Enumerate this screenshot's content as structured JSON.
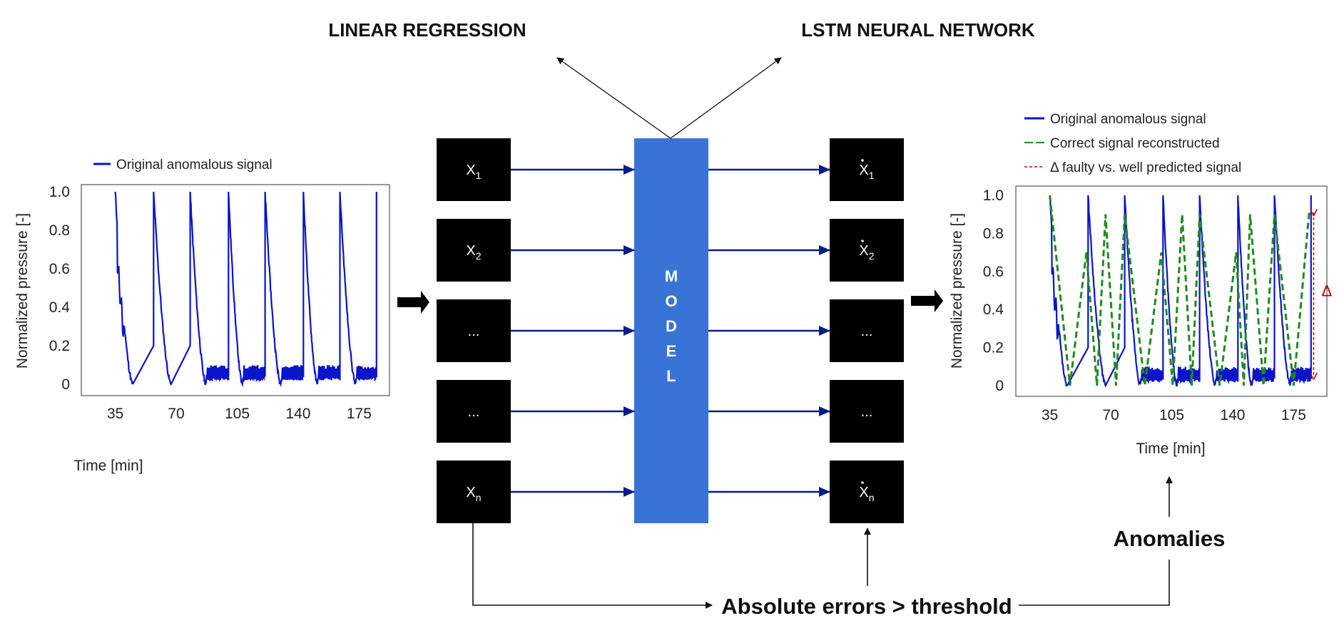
{
  "titles": {
    "left": "LINEAR REGRESSION",
    "right": "LSTM NEURAL NETWORK"
  },
  "inputs": [
    {
      "base": "X",
      "sub": "1"
    },
    {
      "base": "X",
      "sub": "2"
    },
    {
      "base": "...",
      "sub": ""
    },
    {
      "base": "...",
      "sub": ""
    },
    {
      "base": "X",
      "sub": "n"
    }
  ],
  "outputs": [
    {
      "base": "X",
      "sub": "1"
    },
    {
      "base": "X",
      "sub": "2"
    },
    {
      "base": "...",
      "sub": ""
    },
    {
      "base": "...",
      "sub": ""
    },
    {
      "base": "X",
      "sub": "n"
    }
  ],
  "model_letters": [
    "M",
    "O",
    "D",
    "E",
    "L"
  ],
  "threshold_label": "Absolute errors > threshold",
  "anomalies_label": "Anomalies",
  "colors": {
    "original": "#0a14c8",
    "reconstructed": "#1f8a1f",
    "delta": "#c0000c",
    "model": "#3a73d6",
    "box": "#000000",
    "arrow": "#0a1a8c"
  },
  "chart_data": [
    {
      "type": "line",
      "xlabel": "Time [min]",
      "ylabel": "Normalized pressure [-]",
      "xticks": [
        35,
        70,
        105,
        140,
        175
      ],
      "yticks": [
        "1.0",
        "0.8",
        "0.6",
        "0.4",
        "0.2",
        "0"
      ],
      "xlim": [
        20,
        190
      ],
      "ylim": [
        0,
        1.0
      ],
      "legend": [
        "Original anomalous signal"
      ],
      "series": [
        {
          "name": "Original anomalous signal",
          "style": "solid",
          "cycles": [
            {
              "start": 35,
              "end": 57,
              "trough": 45
            },
            {
              "start": 57,
              "end": 78,
              "trough": 67
            },
            {
              "start": 78,
              "end": 100,
              "trough": 87
            },
            {
              "start": 100,
              "end": 121,
              "trough": 108
            },
            {
              "start": 121,
              "end": 143,
              "trough": 130
            },
            {
              "start": 143,
              "end": 164,
              "trough": 151
            },
            {
              "start": 164,
              "end": 185,
              "trough": 173
            }
          ]
        }
      ]
    },
    {
      "type": "line",
      "xlabel": "Time [min]",
      "ylabel": "Normalized pressure [-]",
      "xticks": [
        35,
        70,
        105,
        140,
        175
      ],
      "yticks": [
        "1.0",
        "0.8",
        "0.6",
        "0.4",
        "0.2",
        "0"
      ],
      "xlim": [
        20,
        190
      ],
      "ylim": [
        0,
        1.0
      ],
      "legend": [
        "Original anomalous signal",
        "Correct signal reconstructed",
        "Δ faulty vs. well predicted signal"
      ],
      "series": [
        {
          "name": "Original anomalous signal",
          "style": "solid"
        },
        {
          "name": "Correct signal reconstructed",
          "style": "dashed",
          "peaks": [
            [
              35,
              1.0
            ],
            [
              56,
              0.7
            ],
            [
              67,
              0.9
            ],
            [
              78,
              0.9
            ],
            [
              99,
              0.7
            ],
            [
              111,
              0.9
            ],
            [
              121,
              0.9
            ],
            [
              142,
              0.7
            ],
            [
              150,
              0.9
            ],
            [
              164,
              0.9
            ],
            [
              184,
              0.92
            ]
          ]
        },
        {
          "name": "Δ faulty vs. well predicted signal",
          "style": "dashed",
          "annotation": "Δ"
        }
      ]
    }
  ]
}
